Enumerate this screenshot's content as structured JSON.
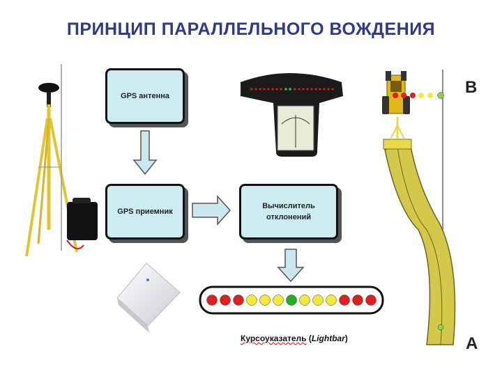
{
  "title": "ПРИНЦИП ПАРАЛЛЕЛЬНОГО ВОЖДЕНИЯ",
  "boxes": {
    "gps_antenna": "GPS антенна",
    "gps_receiver": "GPS приемник",
    "calculator": "Вычислитель отклонений"
  },
  "lightbar": {
    "caption_main": "Курсоуказатель",
    "caption_open": " (",
    "caption_italic": "Lightbar",
    "caption_close": ")",
    "lights": [
      "red",
      "red",
      "red",
      "yellow",
      "yellow",
      "yellow",
      "green",
      "yellow",
      "yellow",
      "yellow",
      "red",
      "red",
      "red"
    ]
  },
  "track_labels": {
    "start": "A",
    "end": "B"
  },
  "colors": {
    "title": "#2e3a8c",
    "box_fill": "#ccecf2",
    "arrow_fill": "#cbe7ef",
    "red": "#e02020",
    "yellow": "#f2ea3a",
    "green": "#22b022",
    "field": "#d4c84a"
  }
}
